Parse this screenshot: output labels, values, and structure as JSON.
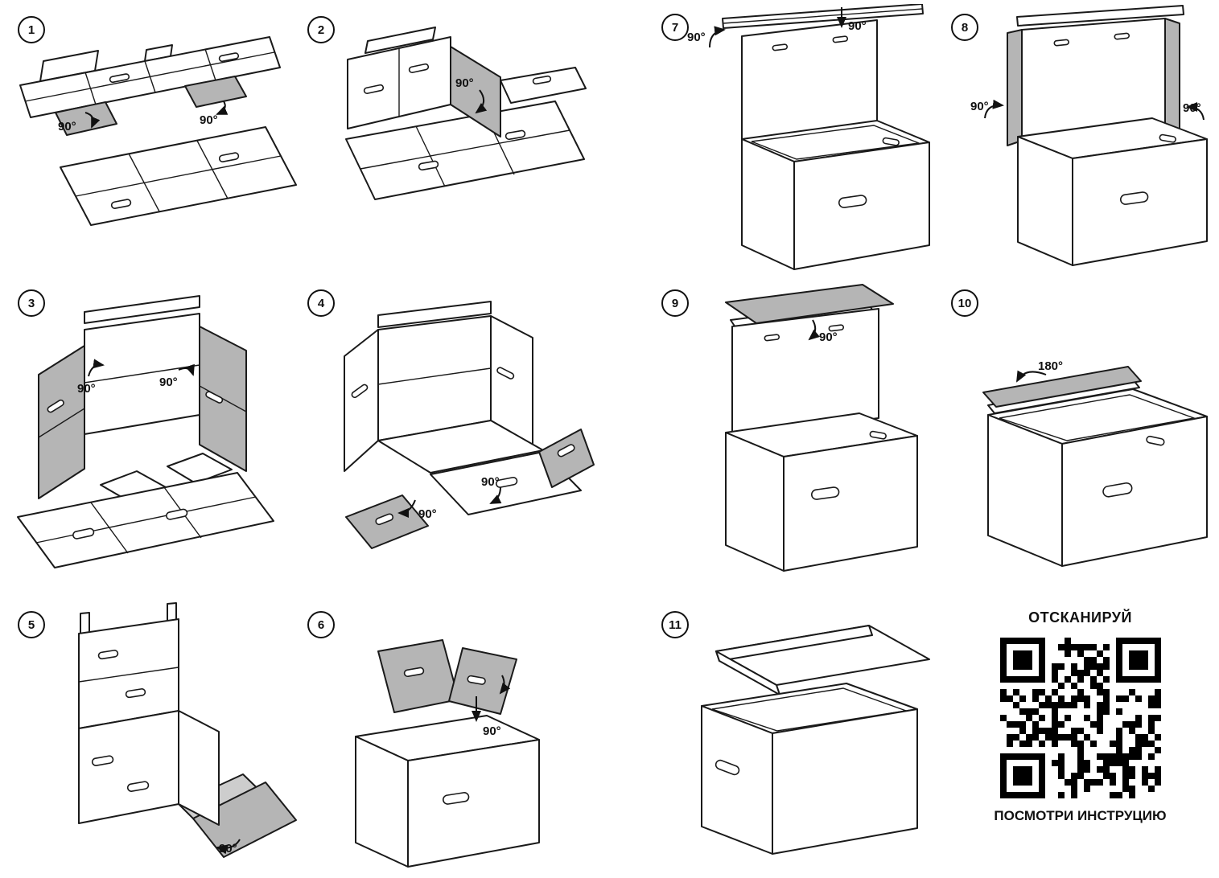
{
  "steps": [
    {
      "number": "1",
      "angles": [
        "90°",
        "90°"
      ]
    },
    {
      "number": "2",
      "angles": [
        "90°"
      ]
    },
    {
      "number": "3",
      "angles": [
        "90°",
        "90°"
      ]
    },
    {
      "number": "4",
      "angles": [
        "90°",
        "90°"
      ]
    },
    {
      "number": "5",
      "angles": [
        "90°"
      ]
    },
    {
      "number": "6",
      "angles": [
        "90°"
      ]
    },
    {
      "number": "7",
      "angles": [
        "90°",
        "90°"
      ]
    },
    {
      "number": "8",
      "angles": [
        "90°",
        "90°"
      ]
    },
    {
      "number": "9",
      "angles": [
        "90°"
      ]
    },
    {
      "number": "10",
      "angles": [
        "180°"
      ]
    },
    {
      "number": "11",
      "angles": []
    }
  ],
  "qr_section": {
    "title": "ОТСКАНИРУЙ",
    "caption": "ПОСМОТРИ ИНСТРУЦИЮ"
  },
  "colors": {
    "line": "#1a1a1a",
    "flap_gray": "#b5b5b5",
    "flap_gray_light": "#cdcdcd"
  }
}
